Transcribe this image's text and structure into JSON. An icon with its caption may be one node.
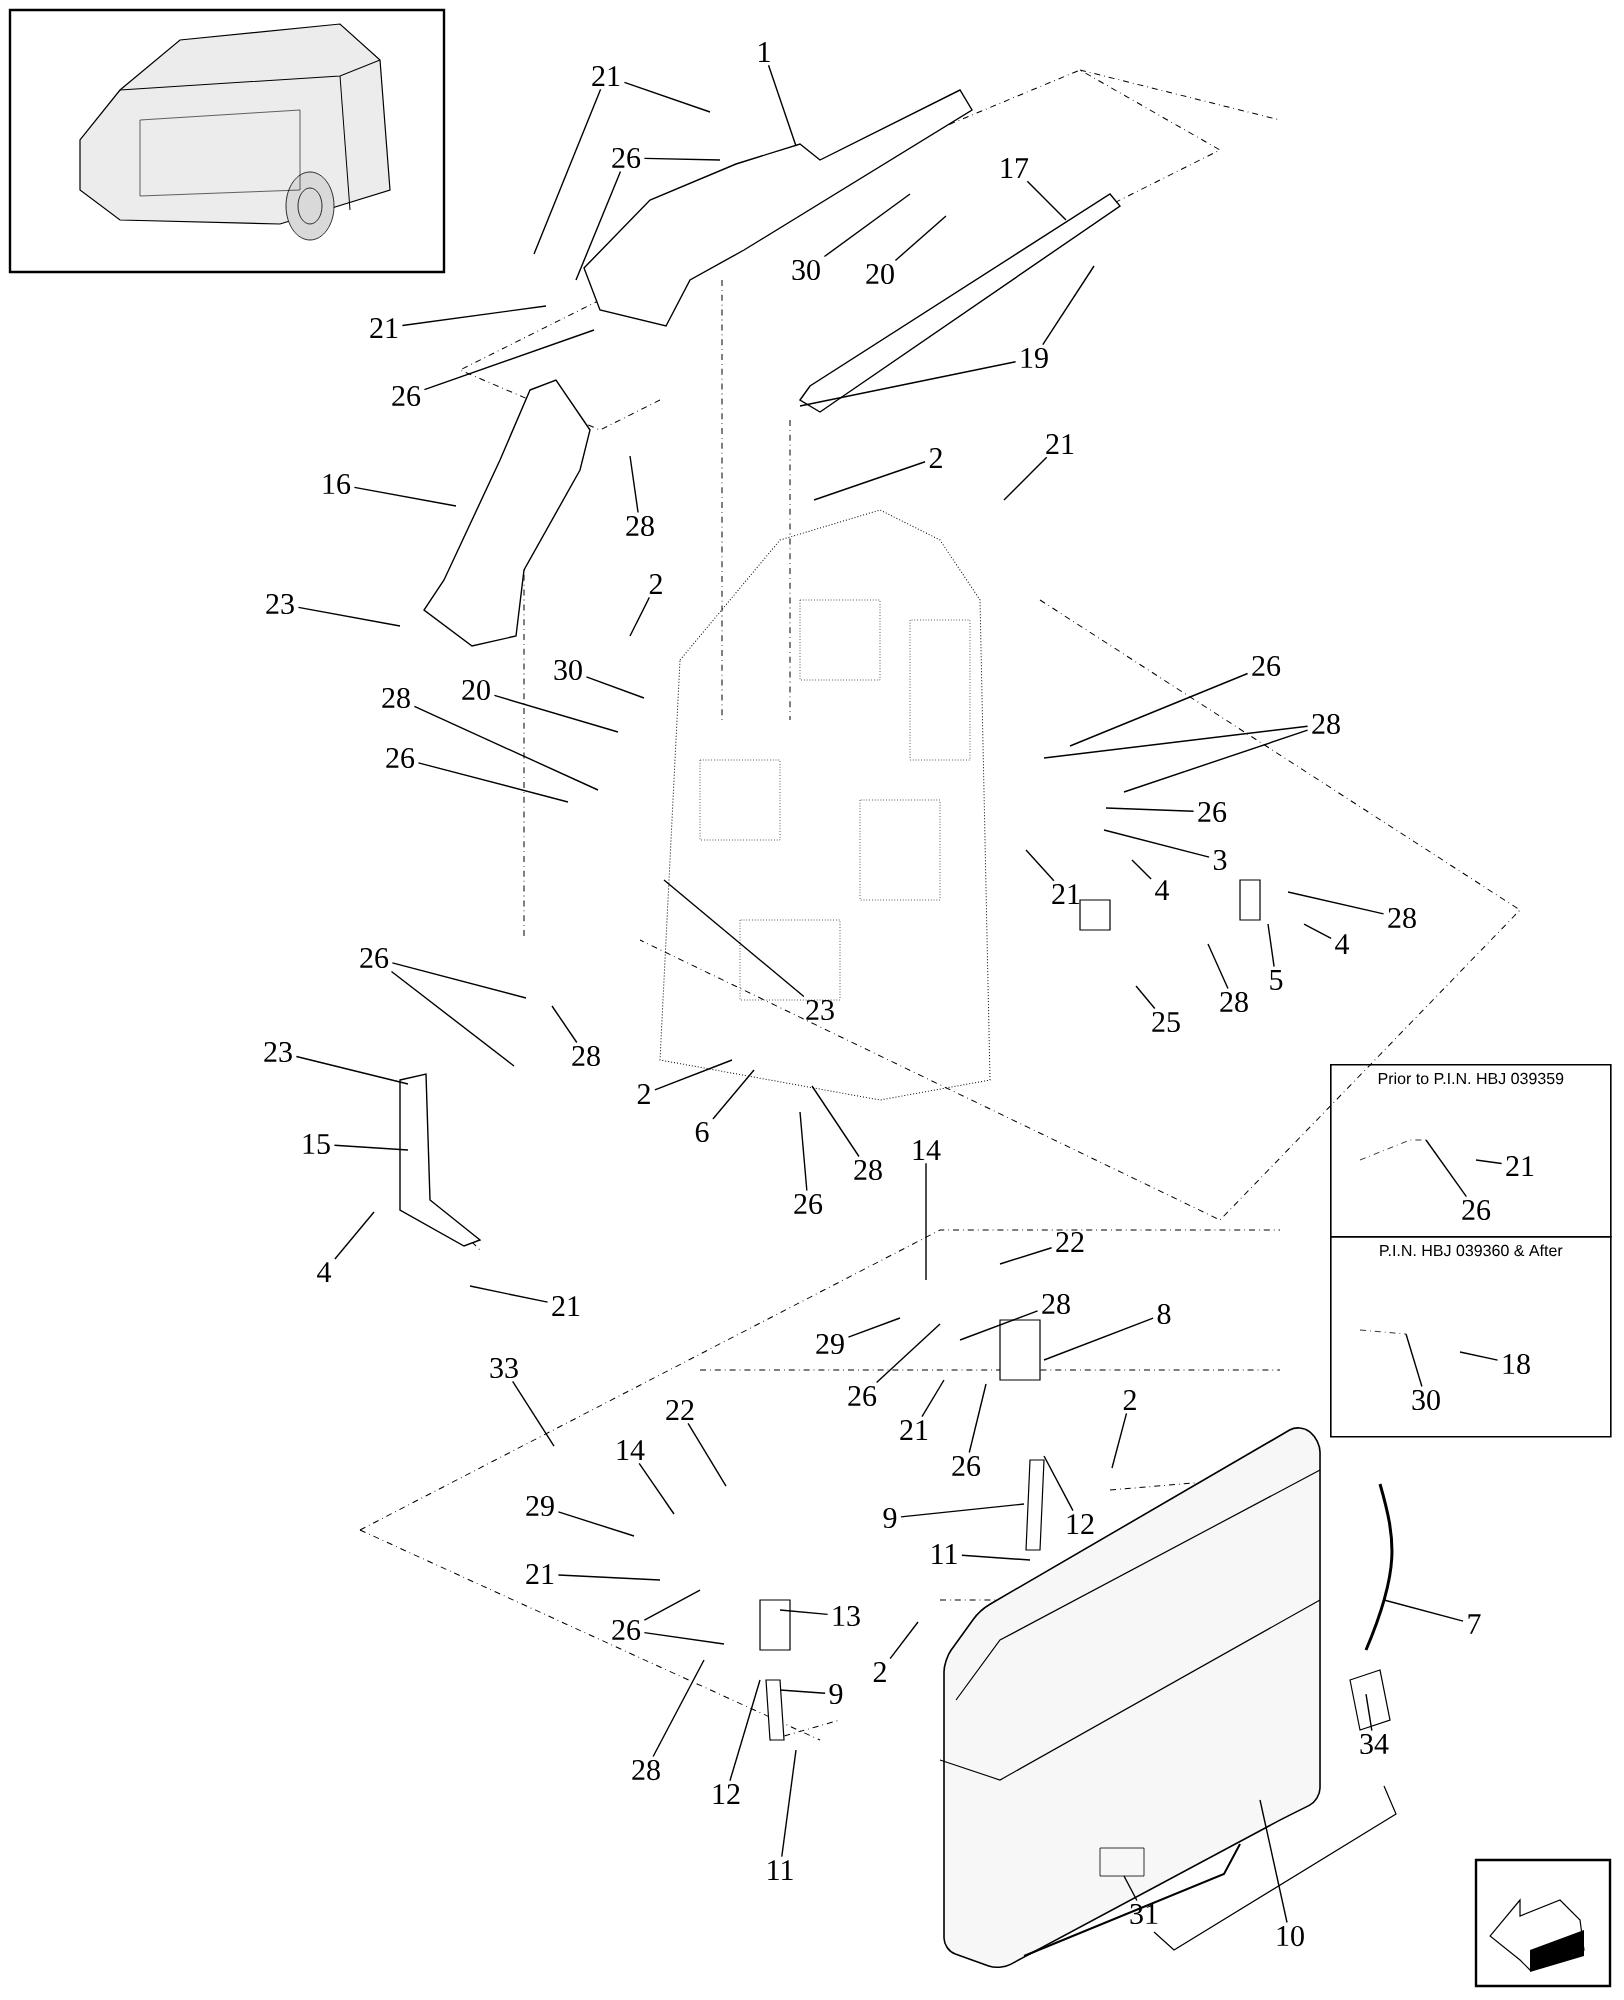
{
  "diagram": {
    "nodes": [
      {
        "text": [
          "1"
        ]
      },
      {
        "text": [
          "21"
        ]
      },
      {
        "text": [
          "26"
        ]
      },
      {
        "text": [
          "17"
        ]
      },
      {
        "text": [
          "30"
        ]
      },
      {
        "text": [
          "20"
        ]
      },
      {
        "text": [
          "21"
        ]
      },
      {
        "text": [
          "19"
        ]
      },
      {
        "text": [
          "26"
        ]
      },
      {
        "text": [
          "21"
        ]
      },
      {
        "text": [
          "2"
        ]
      },
      {
        "text": [
          "16"
        ]
      },
      {
        "text": [
          "28"
        ]
      },
      {
        "text": [
          "2"
        ]
      },
      {
        "text": [
          "23"
        ]
      },
      {
        "text": [
          "26"
        ]
      },
      {
        "text": [
          "30"
        ]
      },
      {
        "text": [
          "20"
        ]
      },
      {
        "text": [
          "28"
        ]
      },
      {
        "text": [
          "28"
        ]
      },
      {
        "text": [
          "26"
        ]
      },
      {
        "text": [
          "26"
        ]
      },
      {
        "text": [
          "3"
        ]
      },
      {
        "text": [
          "21"
        ]
      },
      {
        "text": [
          "4"
        ]
      },
      {
        "text": [
          "28"
        ]
      },
      {
        "text": [
          "4"
        ]
      },
      {
        "text": [
          "26"
        ]
      },
      {
        "text": [
          "5"
        ]
      },
      {
        "text": [
          "28"
        ]
      },
      {
        "text": [
          "23"
        ]
      },
      {
        "text": [
          "25"
        ]
      },
      {
        "text": [
          "23"
        ]
      },
      {
        "text": [
          "28"
        ]
      },
      {
        "text": [
          "2"
        ]
      },
      {
        "text": [
          "6"
        ]
      },
      {
        "text": [
          "Prior to P.I.N. HBJ 039359"
        ]
      },
      {
        "text": [
          "P.I.N. HBJ 039360 & After"
        ]
      },
      {
        "text": [
          "21"
        ],
        "in": 36
      },
      {
        "text": [
          "26"
        ],
        "in": 36
      },
      {
        "text": [
          "18"
        ],
        "in": 37
      },
      {
        "text": [
          "30"
        ],
        "in": 37
      },
      {
        "text": [
          "15"
        ]
      },
      {
        "text": [
          "14"
        ]
      },
      {
        "text": [
          "28"
        ]
      },
      {
        "text": [
          "26"
        ]
      },
      {
        "text": [
          "22"
        ]
      },
      {
        "text": [
          "4"
        ]
      },
      {
        "text": [
          "28"
        ]
      },
      {
        "text": [
          "21"
        ]
      },
      {
        "text": [
          "8"
        ]
      },
      {
        "text": [
          "29"
        ]
      },
      {
        "text": [
          "33"
        ]
      },
      {
        "text": [
          "26"
        ]
      },
      {
        "text": [
          "2"
        ]
      },
      {
        "text": [
          "22"
        ]
      },
      {
        "text": [
          "21"
        ]
      },
      {
        "text": [
          "14"
        ]
      },
      {
        "text": [
          "26"
        ]
      },
      {
        "text": [
          "29"
        ]
      },
      {
        "text": [
          "9"
        ]
      },
      {
        "text": [
          "12"
        ]
      },
      {
        "text": [
          "11"
        ]
      },
      {
        "text": [
          "21"
        ]
      },
      {
        "text": [
          "7"
        ]
      },
      {
        "text": [
          "13"
        ]
      },
      {
        "text": [
          "26"
        ]
      },
      {
        "text": [
          "2"
        ]
      },
      {
        "text": [
          "9"
        ]
      },
      {
        "text": [
          "34"
        ]
      },
      {
        "text": [
          "28"
        ]
      },
      {
        "text": [
          "12"
        ]
      },
      {
        "text": [
          "11"
        ]
      },
      {
        "text": [
          "31"
        ]
      },
      {
        "text": [
          "10"
        ]
      }
    ],
    "edges": [
      {
        "from": 0,
        "to": null,
        "arrow": "none"
      },
      {
        "from": 1,
        "to": null,
        "arrow": "none"
      },
      {
        "from": 1,
        "to": null,
        "arrow": "none"
      },
      {
        "from": 2,
        "to": null,
        "arrow": "none"
      },
      {
        "from": 2,
        "to": null,
        "arrow": "none"
      },
      {
        "from": 3,
        "to": null,
        "arrow": "none"
      },
      {
        "from": 4,
        "to": null,
        "arrow": "none"
      },
      {
        "from": 5,
        "to": null,
        "arrow": "none"
      },
      {
        "from": 6,
        "to": null,
        "arrow": "none"
      },
      {
        "from": 7,
        "to": null,
        "arrow": "none"
      },
      {
        "from": 7,
        "to": null,
        "arrow": "none"
      },
      {
        "from": 8,
        "to": null,
        "arrow": "none"
      },
      {
        "from": 9,
        "to": null,
        "arrow": "none"
      },
      {
        "from": 10,
        "to": null,
        "arrow": "none"
      },
      {
        "from": 11,
        "to": null,
        "arrow": "none"
      },
      {
        "from": 12,
        "to": null,
        "arrow": "none"
      },
      {
        "from": 13,
        "to": null,
        "arrow": "none"
      },
      {
        "from": 14,
        "to": null,
        "arrow": "none"
      },
      {
        "from": 15,
        "to": null,
        "arrow": "none"
      },
      {
        "from": 16,
        "to": null,
        "arrow": "none"
      },
      {
        "from": 17,
        "to": null,
        "arrow": "none"
      },
      {
        "from": 18,
        "to": null,
        "arrow": "none"
      },
      {
        "from": 19,
        "to": null,
        "arrow": "none"
      },
      {
        "from": 19,
        "to": null,
        "arrow": "none"
      },
      {
        "from": 20,
        "to": null,
        "arrow": "none"
      },
      {
        "from": 21,
        "to": null,
        "arrow": "none"
      },
      {
        "from": 22,
        "to": null,
        "arrow": "none"
      },
      {
        "from": 23,
        "to": null,
        "arrow": "none"
      },
      {
        "from": 24,
        "to": null,
        "arrow": "none"
      },
      {
        "from": 25,
        "to": null,
        "arrow": "none"
      },
      {
        "from": 26,
        "to": null,
        "arrow": "none"
      },
      {
        "from": 27,
        "to": null,
        "arrow": "none"
      },
      {
        "from": 27,
        "to": null,
        "arrow": "none"
      },
      {
        "from": 28,
        "to": null,
        "arrow": "none"
      },
      {
        "from": 29,
        "to": null,
        "arrow": "none"
      },
      {
        "from": 30,
        "to": null,
        "arrow": "none"
      },
      {
        "from": 31,
        "to": null,
        "arrow": "none"
      },
      {
        "from": 32,
        "to": null,
        "arrow": "none"
      },
      {
        "from": 33,
        "to": null,
        "arrow": "none"
      },
      {
        "from": 34,
        "to": null,
        "arrow": "none"
      },
      {
        "from": 35,
        "to": null,
        "arrow": "none"
      },
      {
        "from": 38,
        "to": null,
        "arrow": "none"
      },
      {
        "from": 39,
        "to": null,
        "arrow": "none"
      },
      {
        "from": 40,
        "to": null,
        "arrow": "none"
      },
      {
        "from": 41,
        "to": null,
        "arrow": "none"
      },
      {
        "from": 42,
        "to": null,
        "arrow": "none"
      },
      {
        "from": 43,
        "to": null,
        "arrow": "none"
      },
      {
        "from": 44,
        "to": null,
        "arrow": "none"
      },
      {
        "from": 45,
        "to": null,
        "arrow": "none"
      },
      {
        "from": 46,
        "to": null,
        "arrow": "none"
      },
      {
        "from": 47,
        "to": null,
        "arrow": "none"
      },
      {
        "from": 48,
        "to": null,
        "arrow": "none"
      },
      {
        "from": 49,
        "to": null,
        "arrow": "none"
      },
      {
        "from": 50,
        "to": null,
        "arrow": "none"
      },
      {
        "from": 51,
        "to": null,
        "arrow": "none"
      },
      {
        "from": 52,
        "to": null,
        "arrow": "none"
      },
      {
        "from": 53,
        "to": null,
        "arrow": "none"
      },
      {
        "from": 54,
        "to": null,
        "arrow": "none"
      },
      {
        "from": 55,
        "to": null,
        "arrow": "none"
      },
      {
        "from": 56,
        "to": null,
        "arrow": "none"
      },
      {
        "from": 57,
        "to": null,
        "arrow": "none"
      },
      {
        "from": 58,
        "to": null,
        "arrow": "none"
      },
      {
        "from": 59,
        "to": null,
        "arrow": "none"
      },
      {
        "from": 60,
        "to": null,
        "arrow": "none"
      },
      {
        "from": 61,
        "to": null,
        "arrow": "none"
      },
      {
        "from": 62,
        "to": null,
        "arrow": "none"
      },
      {
        "from": 63,
        "to": null,
        "arrow": "none"
      },
      {
        "from": 64,
        "to": null,
        "arrow": "none"
      },
      {
        "from": 65,
        "to": null,
        "arrow": "none"
      },
      {
        "from": 66,
        "to": null,
        "arrow": "none"
      },
      {
        "from": 66,
        "to": null,
        "arrow": "none"
      },
      {
        "from": 67,
        "to": null,
        "arrow": "none"
      },
      {
        "from": 68,
        "to": null,
        "arrow": "none"
      },
      {
        "from": 69,
        "to": null,
        "arrow": "none"
      },
      {
        "from": 70,
        "to": null,
        "arrow": "none"
      },
      {
        "from": 71,
        "to": null,
        "arrow": "none"
      },
      {
        "from": 72,
        "to": null,
        "arrow": "none"
      },
      {
        "from": 73,
        "to": null,
        "arrow": "none"
      },
      {
        "from": 74,
        "to": null,
        "arrow": "none"
      }
    ]
  }
}
